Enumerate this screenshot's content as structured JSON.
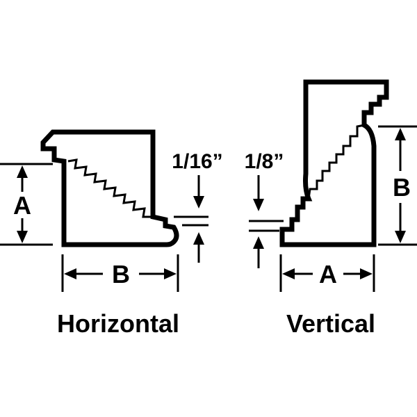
{
  "horizontal": {
    "caption": "Horizontal",
    "dim_a": "A",
    "dim_b": "B",
    "gap_label": "1/16”"
  },
  "vertical": {
    "caption": "Vertical",
    "dim_a": "A",
    "dim_b": "B",
    "gap_label": "1/8”"
  },
  "colors": {
    "ink": "#000000",
    "background": "#ffffff"
  }
}
